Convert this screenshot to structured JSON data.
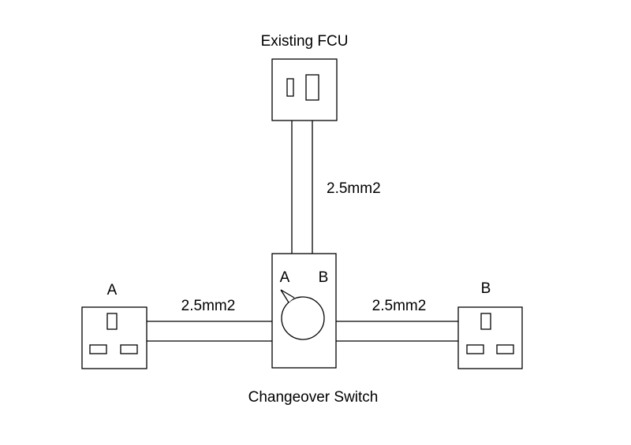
{
  "fcu": {
    "label": "Existing FCU"
  },
  "cable_vertical": {
    "label": "2.5mm2"
  },
  "cable_left": {
    "label": "2.5mm2"
  },
  "cable_right": {
    "label": "2.5mm2"
  },
  "socket_a": {
    "label": "A"
  },
  "socket_b": {
    "label": "B"
  },
  "switch": {
    "label": "Changeover Switch",
    "position_a": "A",
    "position_b": "B"
  }
}
